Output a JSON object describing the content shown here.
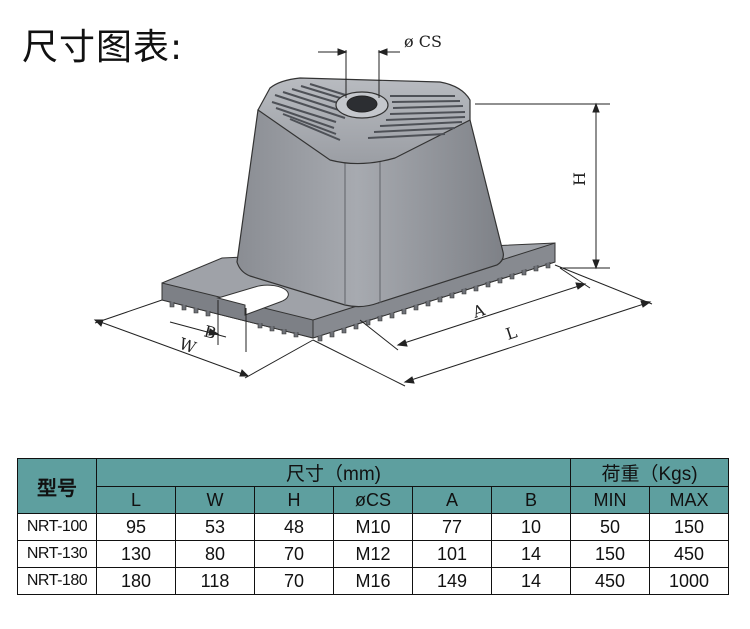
{
  "title": "尺寸图表:",
  "diagram": {
    "labels": {
      "cs": "ø CS",
      "h": "H",
      "a": "A",
      "l": "L",
      "b": "B",
      "w": "W"
    }
  },
  "table": {
    "model_header": "型号",
    "dimension_header": "尺寸（mm)",
    "load_header": "荷重（Kgs)",
    "columns": [
      "L",
      "W",
      "H",
      "øCS",
      "A",
      "B",
      "MIN",
      "MAX"
    ],
    "rows": [
      {
        "model": "NRT-100",
        "values": [
          "95",
          "53",
          "48",
          "M10",
          "77",
          "10",
          "50",
          "150"
        ]
      },
      {
        "model": "NRT-130",
        "values": [
          "130",
          "80",
          "70",
          "M12",
          "101",
          "14",
          "150",
          "450"
        ]
      },
      {
        "model": "NRT-180",
        "values": [
          "180",
          "118",
          "70",
          "M16",
          "149",
          "14",
          "450",
          "1000"
        ]
      }
    ],
    "header_color": "#5e9f9f"
  }
}
